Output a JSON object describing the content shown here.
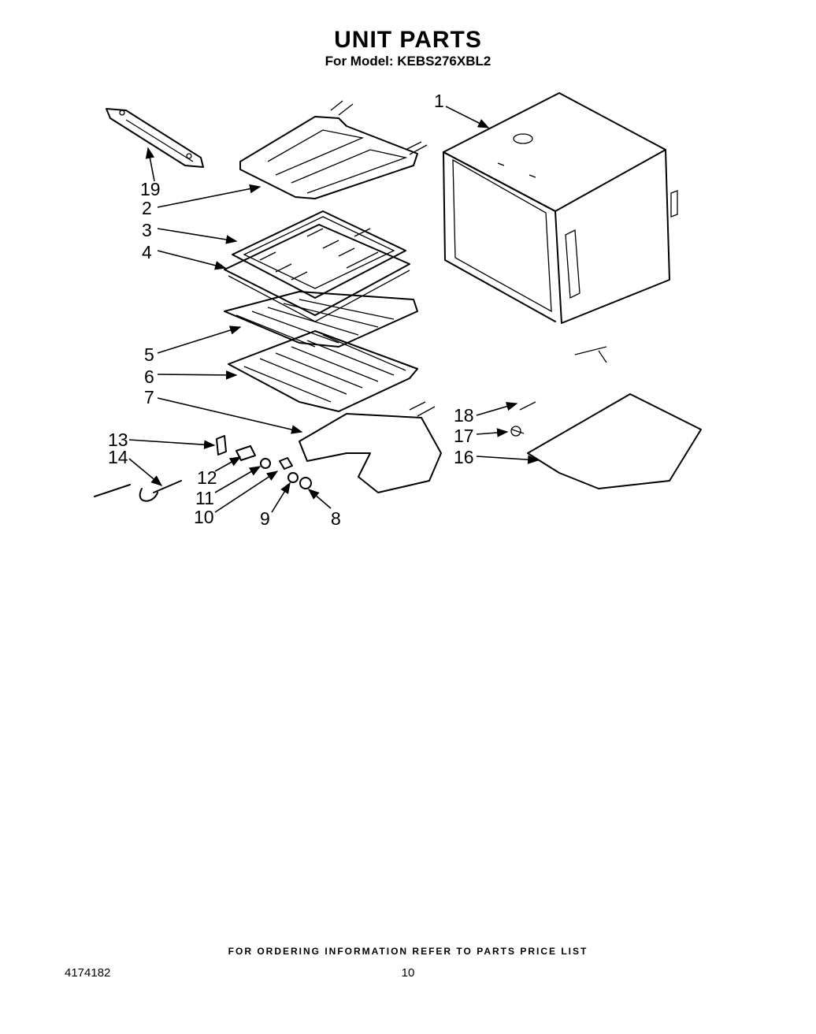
{
  "header": {
    "title": "UNIT PARTS",
    "subtitle": "For Model: KEBS276XBL2"
  },
  "callouts": [
    {
      "id": "1",
      "label": "1"
    },
    {
      "id": "2",
      "label": "2"
    },
    {
      "id": "3",
      "label": "3"
    },
    {
      "id": "4",
      "label": "4"
    },
    {
      "id": "5",
      "label": "5"
    },
    {
      "id": "6",
      "label": "6"
    },
    {
      "id": "7",
      "label": "7"
    },
    {
      "id": "8",
      "label": "8"
    },
    {
      "id": "9",
      "label": "9"
    },
    {
      "id": "10",
      "label": "10"
    },
    {
      "id": "11",
      "label": "11"
    },
    {
      "id": "12",
      "label": "12"
    },
    {
      "id": "13",
      "label": "13"
    },
    {
      "id": "14",
      "label": "14"
    },
    {
      "id": "16",
      "label": "16"
    },
    {
      "id": "17",
      "label": "17"
    },
    {
      "id": "18",
      "label": "18"
    },
    {
      "id": "19",
      "label": "19"
    }
  ],
  "footer": {
    "note": "FOR ORDERING INFORMATION REFER TO PARTS PRICE LIST",
    "doc_number": "4174182",
    "page_number": "10"
  }
}
